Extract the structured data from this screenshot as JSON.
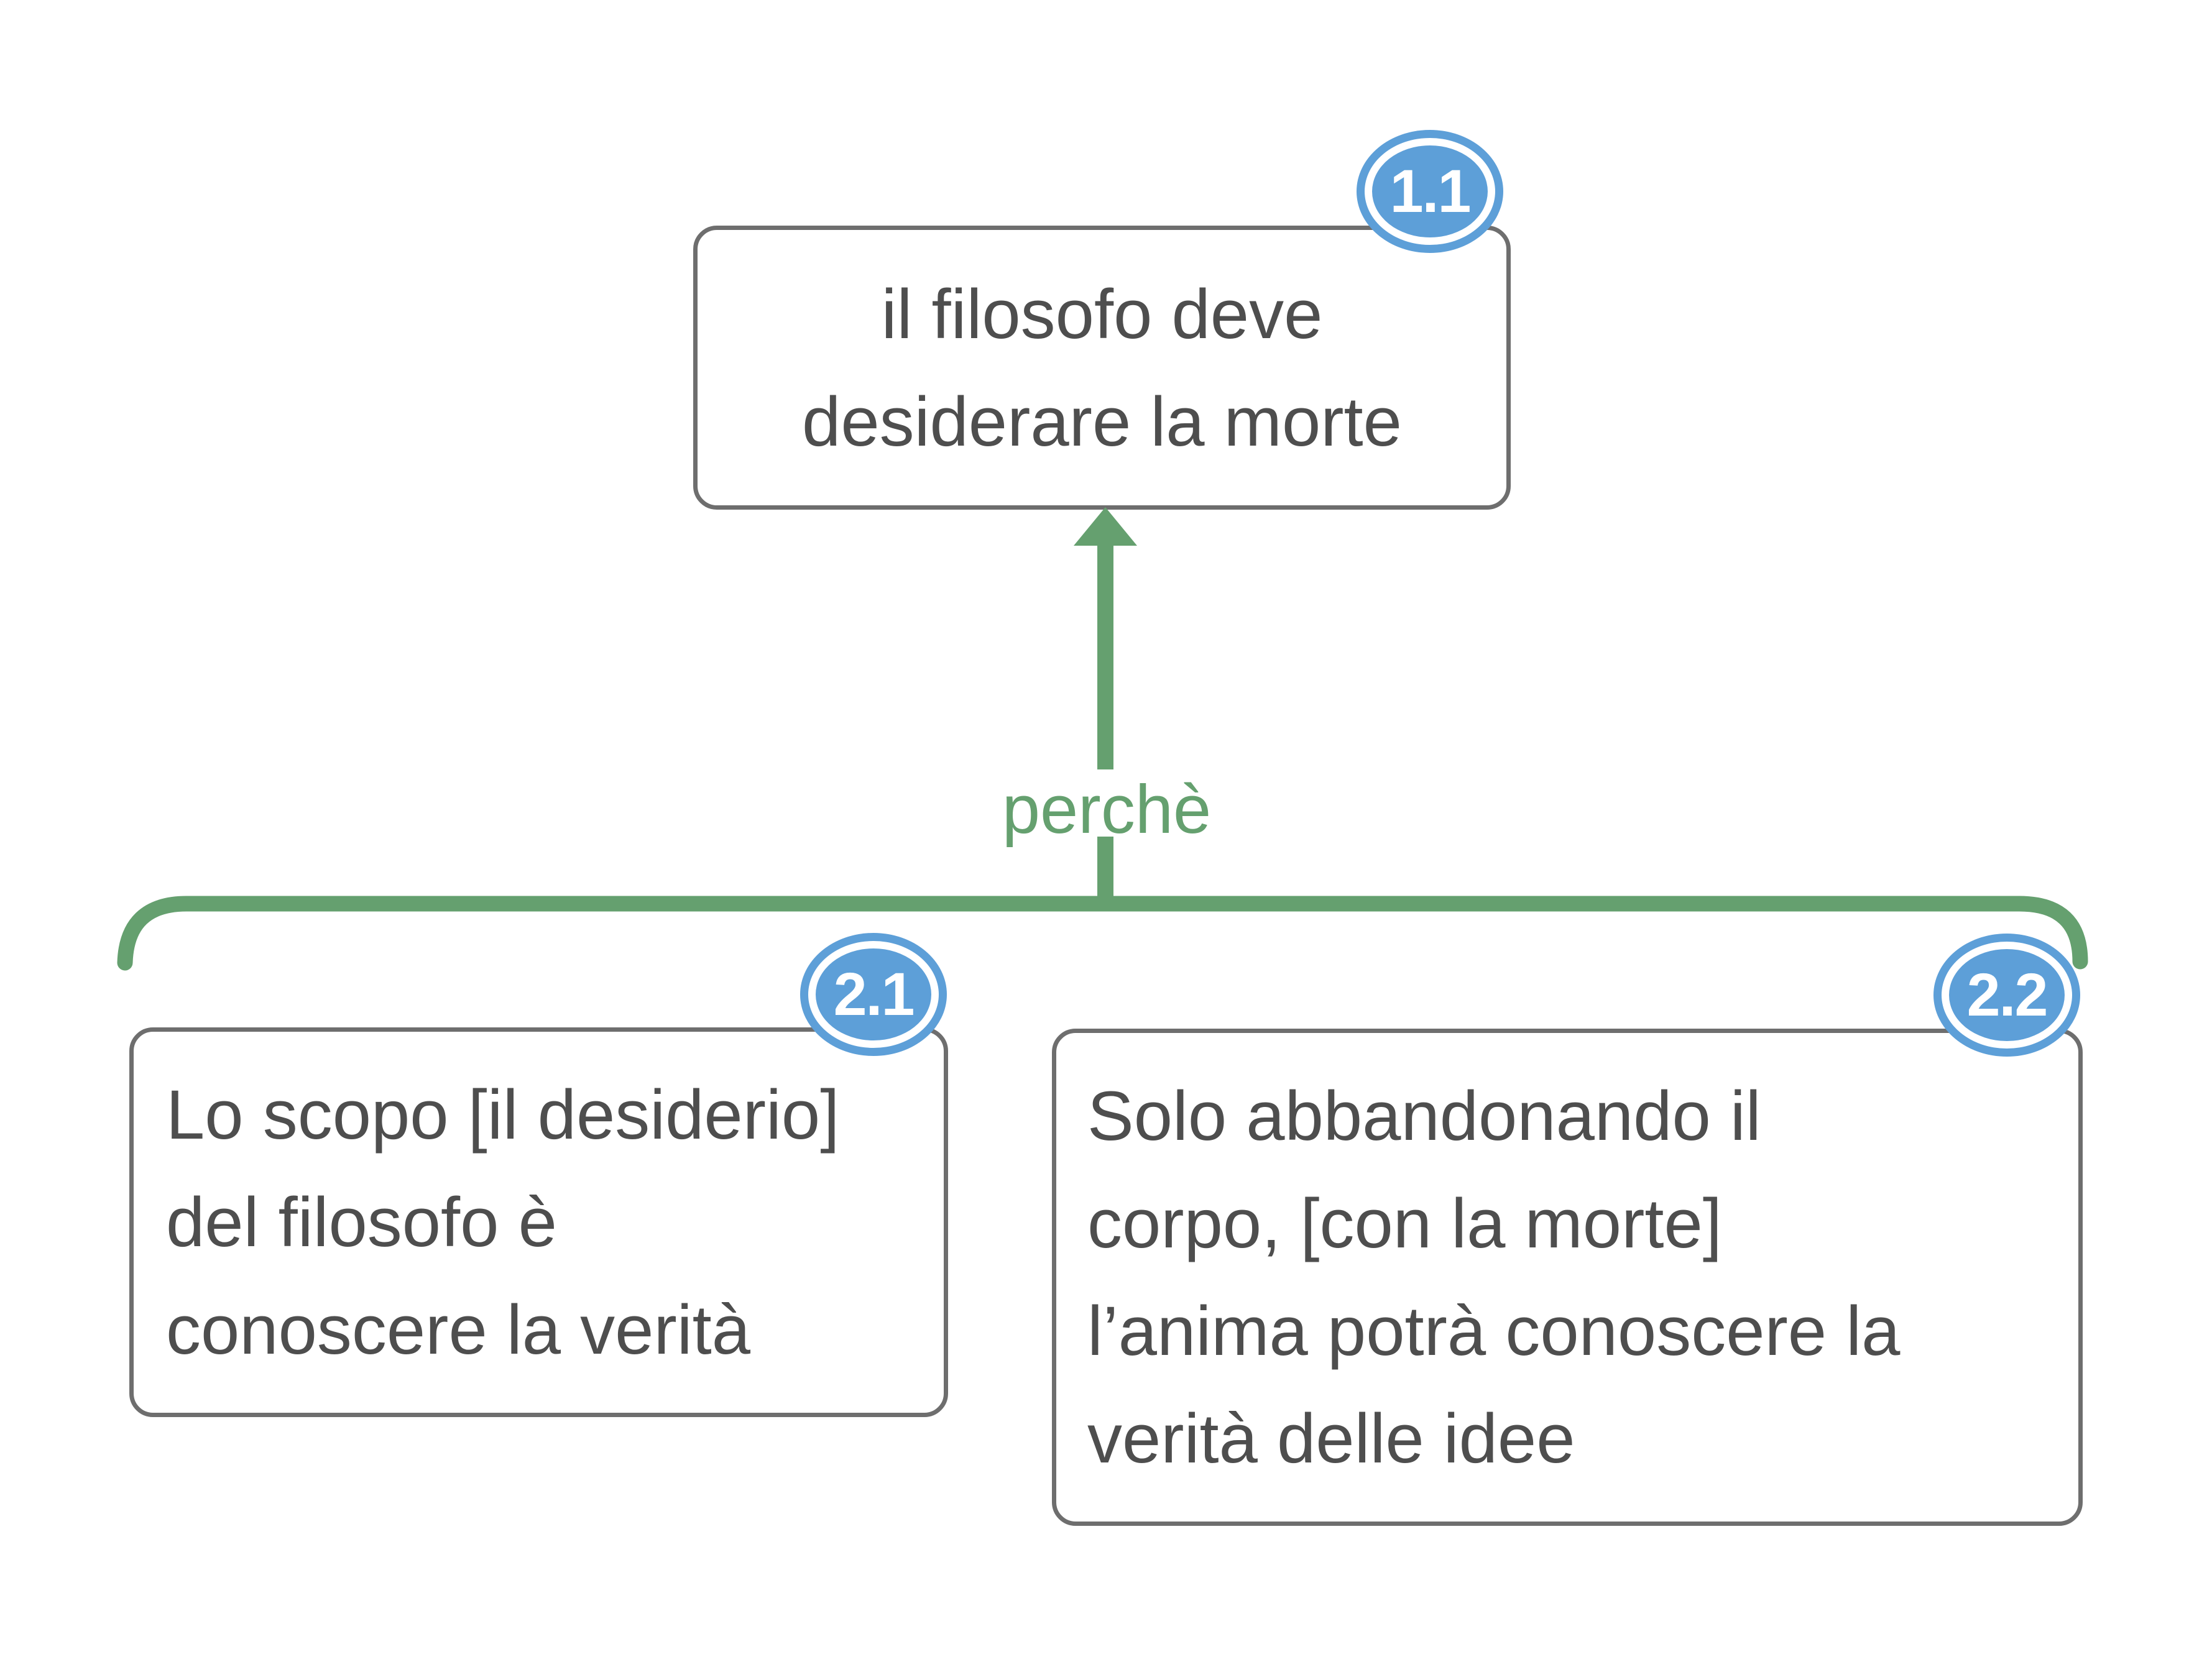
{
  "diagram": {
    "background": "#ffffff",
    "colors": {
      "green": "#65a06f",
      "blue": "#5d9fd8",
      "border_gray": "#6e6e6e",
      "text_gray": "#4e4e4e",
      "badge_text": "#ffffff"
    },
    "connector": {
      "label": "perchè",
      "direction": "up",
      "from": [
        "2.1",
        "2.2"
      ],
      "to": "1.1"
    },
    "nodes": {
      "claim": {
        "badge": "1.1",
        "text": "il filosofo deve\ndesiderare la morte"
      },
      "premise_left": {
        "badge": "2.1",
        "text": "Lo scopo [il desiderio]\ndel filosofo è\nconoscere la verità"
      },
      "premise_right": {
        "badge": "2.2",
        "text": "Solo abbandonando il\ncorpo, [con la morte]\nl’anima potrà conoscere la\nverità delle idee"
      }
    }
  }
}
